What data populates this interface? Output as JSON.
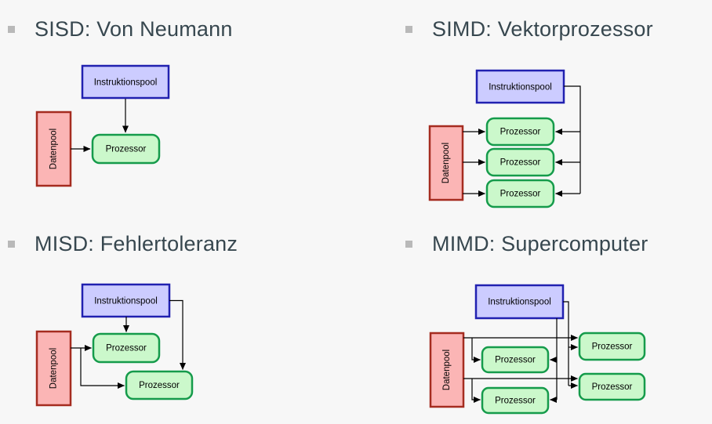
{
  "slide": {
    "type": "flynn-taxonomy-slide"
  },
  "colors": {
    "background": "#f7f7f7",
    "title_text": "#37474f",
    "bullet": "#b9b9b9",
    "instruction_pool_fill": "#ccccff",
    "instruction_pool_border": "#2121b0",
    "data_pool_fill": "#fbb5b5",
    "data_pool_border": "#a52c20",
    "processor_fill": "#cbf8cb",
    "processor_border": "#159b4b",
    "arrow": "#000000"
  },
  "sections": {
    "sisd": {
      "title": "SISD: Von Neumann",
      "instruction_pool": "Instruktionspool",
      "data_pool": "Datenpool",
      "processor_labels": [
        "Prozessor"
      ]
    },
    "simd": {
      "title": "SIMD: Vektorprozessor",
      "instruction_pool": "Instruktionspool",
      "data_pool": "Datenpool",
      "processor_labels": [
        "Prozessor",
        "Prozessor",
        "Prozessor"
      ]
    },
    "misd": {
      "title": "MISD: Fehlertoleranz",
      "instruction_pool": "Instruktionspool",
      "data_pool": "Datenpool",
      "processor_labels": [
        "Prozessor",
        "Prozessor"
      ]
    },
    "mimd": {
      "title": "MIMD: Supercomputer",
      "instruction_pool": "Instruktionspool",
      "data_pool": "Datenpool",
      "processor_labels": [
        "Prozessor",
        "Prozessor",
        "Prozessor",
        "Prozessor"
      ]
    }
  }
}
